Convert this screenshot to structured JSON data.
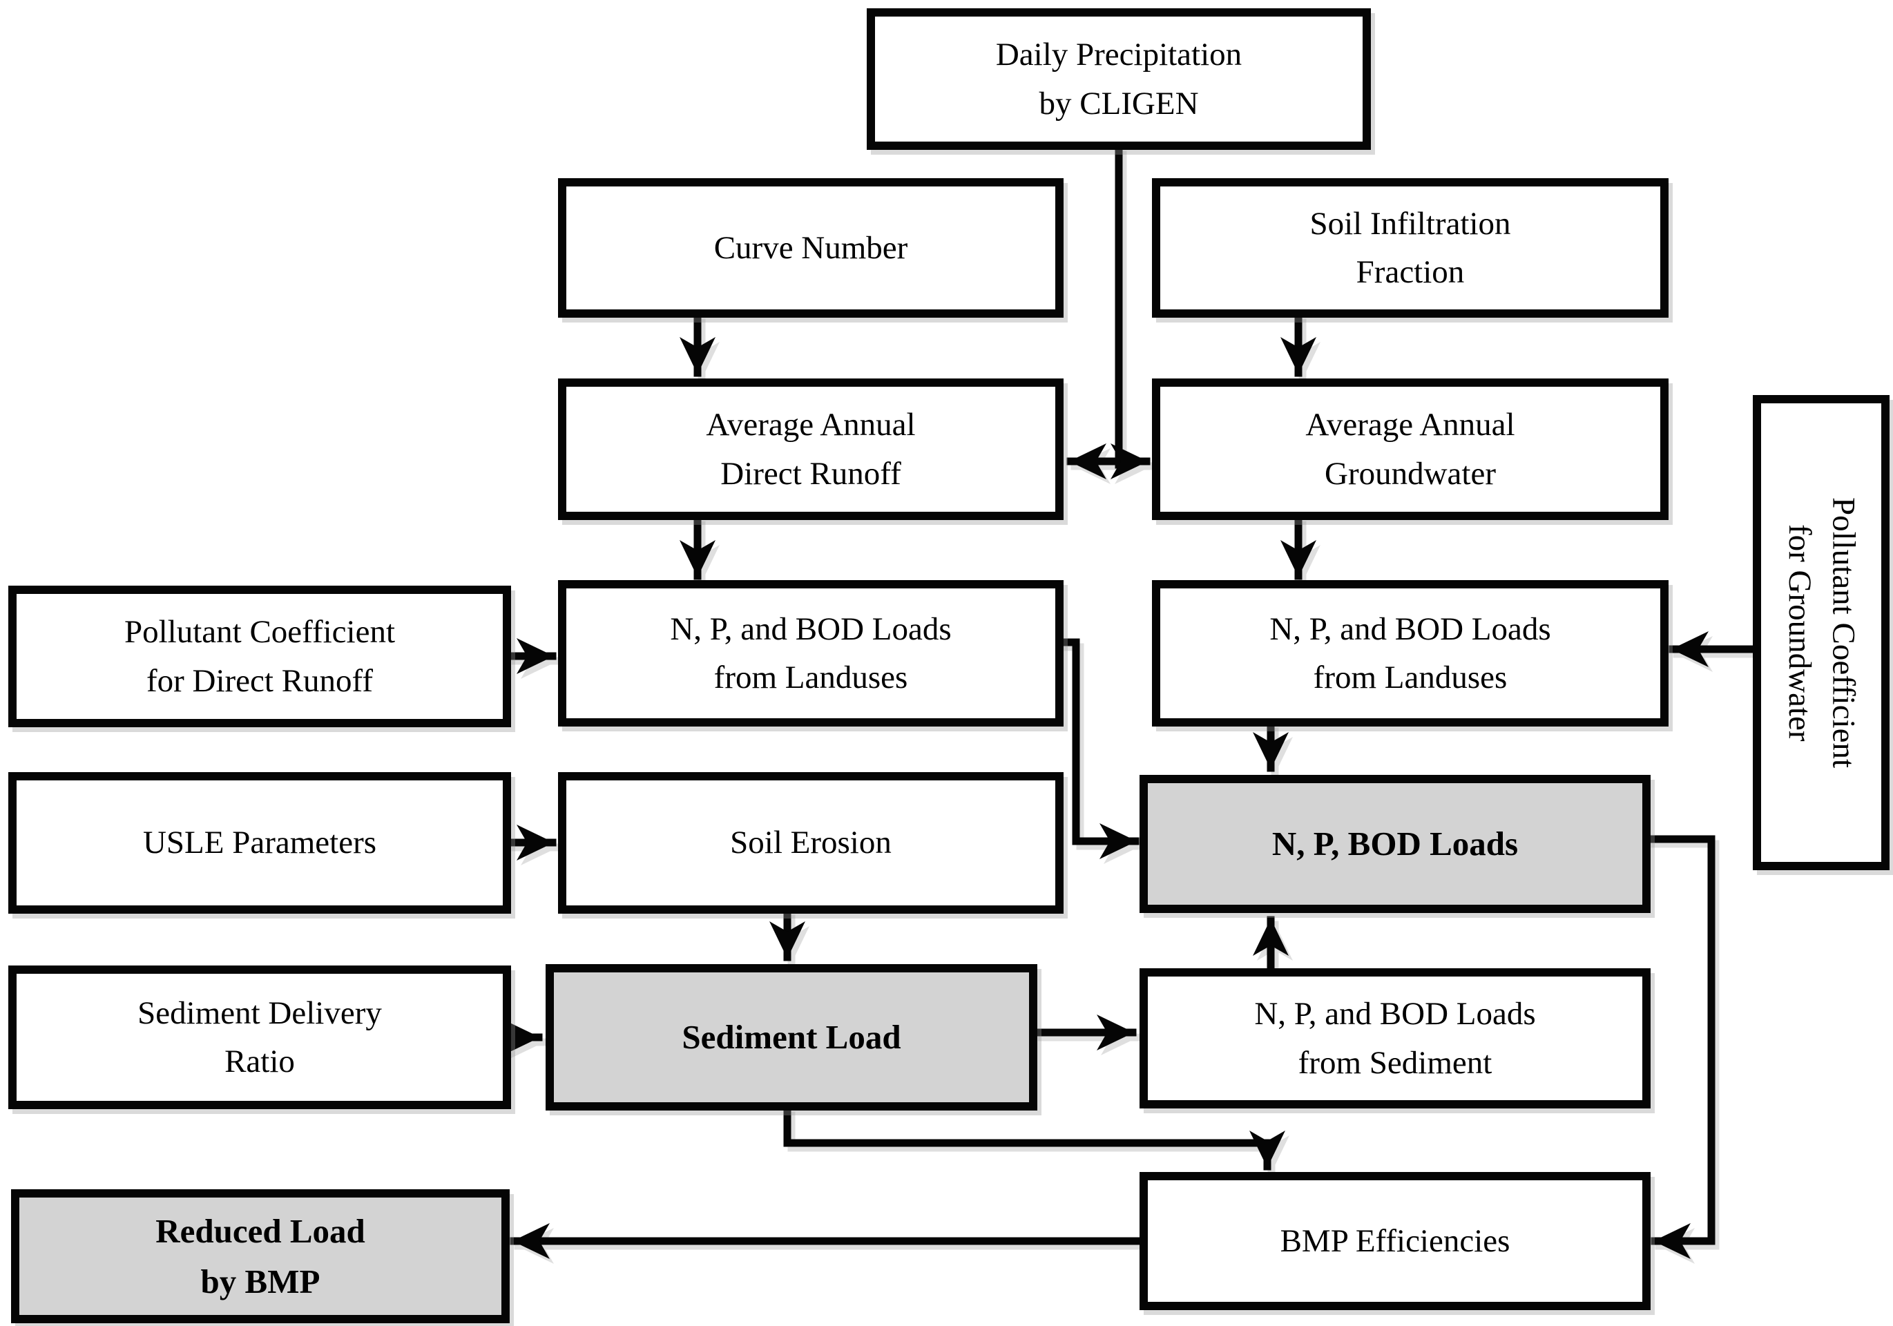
{
  "diagram": {
    "description": "Flowchart of pollutant load estimation model with CLIGEN precipitation, runoff, groundwater, sediment and BMP reduction steps",
    "colors": {
      "background": "#ffffff",
      "box_fill": "#ffffff",
      "highlight_fill": "#d3d3d3",
      "line": "#000000",
      "text": "#000000"
    },
    "boxes": [
      {
        "id": "daily-precipitation",
        "label": "Daily Precipitation\nby CLIGEN",
        "highlighted": false,
        "orientation": "horizontal"
      },
      {
        "id": "curve-number",
        "label": "Curve Number",
        "highlighted": false,
        "orientation": "horizontal"
      },
      {
        "id": "soil-infiltration-fraction",
        "label": "Soil Infiltration\nFraction",
        "highlighted": false,
        "orientation": "horizontal"
      },
      {
        "id": "average-annual-direct-runoff",
        "label": "Average Annual\nDirect Runoff",
        "highlighted": false,
        "orientation": "horizontal"
      },
      {
        "id": "average-annual-groundwater",
        "label": "Average Annual\nGroundwater",
        "highlighted": false,
        "orientation": "horizontal"
      },
      {
        "id": "pollutant-coeff-direct-runoff",
        "label": "Pollutant Coefficient\nfor Direct Runoff",
        "highlighted": false,
        "orientation": "horizontal"
      },
      {
        "id": "loads-from-landuses-runoff",
        "label": "N, P, and BOD Loads\nfrom Landuses",
        "highlighted": false,
        "orientation": "horizontal"
      },
      {
        "id": "loads-from-landuses-groundwater",
        "label": "N, P, and BOD Loads\nfrom Landuses",
        "highlighted": false,
        "orientation": "horizontal"
      },
      {
        "id": "pollutant-coeff-groundwater",
        "label": "Pollutant Coefficient\nfor Groundwater",
        "highlighted": false,
        "orientation": "vertical"
      },
      {
        "id": "usle-parameters",
        "label": "USLE Parameters",
        "highlighted": false,
        "orientation": "horizontal"
      },
      {
        "id": "soil-erosion",
        "label": "Soil Erosion",
        "highlighted": false,
        "orientation": "horizontal"
      },
      {
        "id": "n-p-bod-loads",
        "label": "N, P, BOD Loads",
        "highlighted": true,
        "orientation": "horizontal"
      },
      {
        "id": "sediment-delivery-ratio",
        "label": "Sediment Delivery\nRatio",
        "highlighted": false,
        "orientation": "horizontal"
      },
      {
        "id": "sediment-load",
        "label": "Sediment Load",
        "highlighted": true,
        "orientation": "horizontal"
      },
      {
        "id": "loads-from-sediment",
        "label": "N, P, and BOD Loads\nfrom Sediment",
        "highlighted": false,
        "orientation": "horizontal"
      },
      {
        "id": "reduced-load-by-bmp",
        "label": "Reduced Load\nby BMP",
        "highlighted": true,
        "orientation": "horizontal"
      },
      {
        "id": "bmp-efficiencies",
        "label": "BMP Efficiencies",
        "highlighted": false,
        "orientation": "horizontal"
      }
    ],
    "connections": [
      {
        "from": "daily-precipitation",
        "to": "average-annual-direct-runoff & average-annual-groundwater",
        "style": "double-headed"
      },
      {
        "from": "curve-number",
        "to": "average-annual-direct-runoff"
      },
      {
        "from": "soil-infiltration-fraction",
        "to": "average-annual-groundwater"
      },
      {
        "from": "average-annual-direct-runoff",
        "to": "loads-from-landuses-runoff"
      },
      {
        "from": "average-annual-groundwater",
        "to": "loads-from-landuses-groundwater"
      },
      {
        "from": "pollutant-coeff-direct-runoff",
        "to": "loads-from-landuses-runoff"
      },
      {
        "from": "pollutant-coeff-groundwater",
        "to": "loads-from-landuses-groundwater"
      },
      {
        "from": "loads-from-landuses-runoff",
        "to": "n-p-bod-loads"
      },
      {
        "from": "loads-from-landuses-groundwater",
        "to": "n-p-bod-loads"
      },
      {
        "from": "usle-parameters",
        "to": "soil-erosion"
      },
      {
        "from": "soil-erosion",
        "to": "sediment-load"
      },
      {
        "from": "sediment-delivery-ratio",
        "to": "sediment-load"
      },
      {
        "from": "sediment-load",
        "to": "loads-from-sediment"
      },
      {
        "from": "loads-from-sediment",
        "to": "n-p-bod-loads"
      },
      {
        "from": "n-p-bod-loads",
        "to": "bmp-efficiencies"
      },
      {
        "from": "sediment-load",
        "to": "bmp-efficiencies"
      },
      {
        "from": "bmp-efficiencies",
        "to": "reduced-load-by-bmp"
      }
    ]
  }
}
